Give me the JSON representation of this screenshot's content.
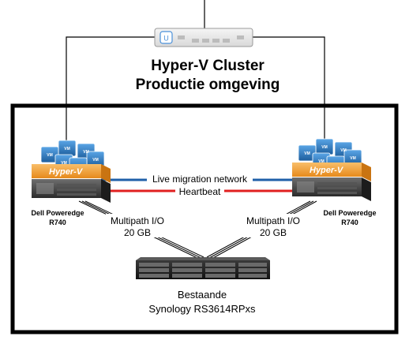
{
  "title": {
    "line1": "Hyper-V Cluster",
    "line2": "Productie omgeving"
  },
  "hosts": [
    {
      "brand": "Hyper-V",
      "name_line1": "Dell Poweredge",
      "name_line2": "R740"
    },
    {
      "brand": "Hyper-V",
      "name_line1": "Dell Poweredge",
      "name_line2": "R740"
    }
  ],
  "vm_label": "VM",
  "links": {
    "live_migration": "Live migration network",
    "heartbeat": "Heartbeat",
    "multipath_left_line1": "Multipath I/O",
    "multipath_left_line2": "20 GB",
    "multipath_right_line1": "Multipath I/O",
    "multipath_right_line2": "20 GB"
  },
  "storage": {
    "line1": "Bestaande",
    "line2": "Synology RS3614RPxs"
  },
  "colors": {
    "live_migration": "#1f5fa8",
    "heartbeat": "#e02020",
    "hyperv_orange": "#f7a23b",
    "vm_blue": "#2e7ec7",
    "cluster_border": "#000000"
  }
}
